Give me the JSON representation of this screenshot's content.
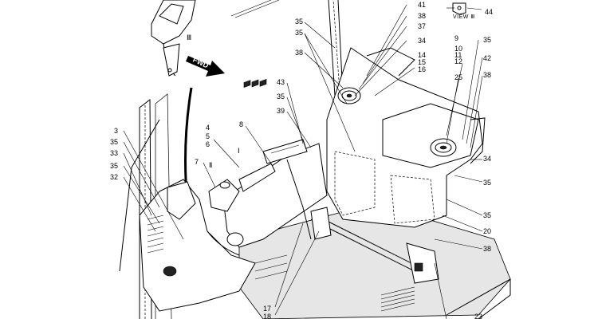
{
  "figure": {
    "view_label": "VIEW  Ⅲ",
    "fwd_label": "FWD",
    "view_marks": [
      "Ⅰ",
      "Ⅱ",
      "Ⅲ"
    ]
  },
  "callouts": [
    {
      "id": "c41",
      "text": "41"
    },
    {
      "id": "c38a",
      "text": "38"
    },
    {
      "id": "c37",
      "text": "37"
    },
    {
      "id": "c34a",
      "text": "34"
    },
    {
      "id": "c35a",
      "text": "35"
    },
    {
      "id": "c35b",
      "text": "35"
    },
    {
      "id": "c38b",
      "text": "38"
    },
    {
      "id": "c14",
      "text": "14"
    },
    {
      "id": "c15",
      "text": "15"
    },
    {
      "id": "c16",
      "text": "16"
    },
    {
      "id": "c9",
      "text": "9"
    },
    {
      "id": "c10",
      "text": "10"
    },
    {
      "id": "c11",
      "text": "11"
    },
    {
      "id": "c12",
      "text": "12"
    },
    {
      "id": "c35c",
      "text": "35"
    },
    {
      "id": "c42",
      "text": "42"
    },
    {
      "id": "c38c",
      "text": "38"
    },
    {
      "id": "c44",
      "text": "44"
    },
    {
      "id": "c43",
      "text": "43"
    },
    {
      "id": "c35d",
      "text": "35"
    },
    {
      "id": "c39",
      "text": "39"
    },
    {
      "id": "c25",
      "text": "25"
    },
    {
      "id": "c4",
      "text": "4"
    },
    {
      "id": "c5",
      "text": "5"
    },
    {
      "id": "c6",
      "text": "6"
    },
    {
      "id": "c8",
      "text": "8"
    },
    {
      "id": "c3",
      "text": "3"
    },
    {
      "id": "c35e",
      "text": "35"
    },
    {
      "id": "c33",
      "text": "33"
    },
    {
      "id": "c35f",
      "text": "35"
    },
    {
      "id": "c32",
      "text": "32"
    },
    {
      "id": "c7",
      "text": "7"
    },
    {
      "id": "c34b",
      "text": "34"
    },
    {
      "id": "c35g",
      "text": "35"
    },
    {
      "id": "c35h",
      "text": "35"
    },
    {
      "id": "c20",
      "text": "20"
    },
    {
      "id": "c38d",
      "text": "38"
    },
    {
      "id": "c17",
      "text": "17"
    },
    {
      "id": "c18",
      "text": "18"
    },
    {
      "id": "c23",
      "text": "23"
    }
  ]
}
